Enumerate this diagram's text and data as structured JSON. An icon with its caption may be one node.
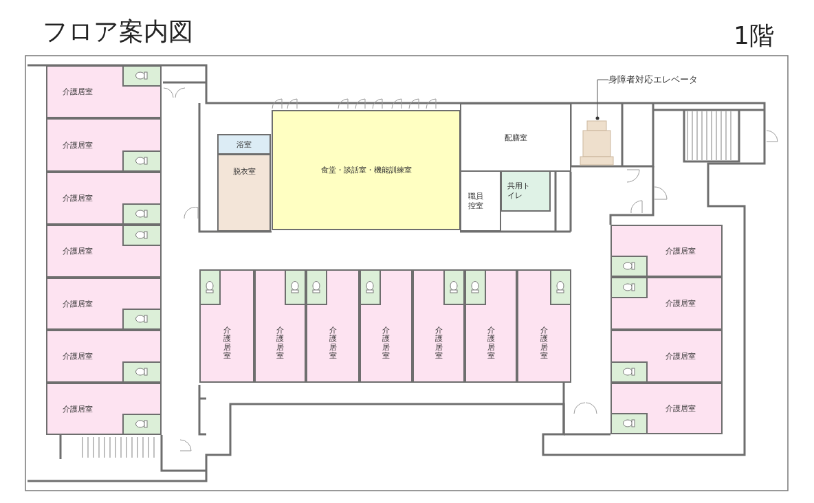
{
  "diagram": {
    "title": "フロア案内図",
    "nodes": [
      {
        "text": [
          "介護居室"
        ]
      },
      {
        "text": [
          "介護居室"
        ]
      },
      {
        "text": [
          "介護居室"
        ]
      },
      {
        "text": [
          "介護居室"
        ]
      },
      {
        "text": [
          "介護居室"
        ]
      },
      {
        "text": [
          "介護居室"
        ]
      },
      {
        "text": [
          "介護居室"
        ]
      },
      {
        "text": [
          "浴室"
        ]
      },
      {
        "text": [
          "脱衣室"
        ]
      },
      {
        "text": [
          "食堂・談話室・機能訓練室"
        ]
      },
      {
        "text": [
          "配膳室"
        ]
      },
      {
        "text": [
          "職員控室"
        ]
      },
      {
        "text": [
          "共用トイレ"
        ]
      },
      {
        "text": [
          "身障者対応エレベータ"
        ]
      },
      {
        "text": [],
        "shape": "picture"
      },
      {
        "text": [
          "介護居室"
        ]
      },
      {
        "text": [
          "介護居室"
        ]
      },
      {
        "text": [
          "介護居室"
        ]
      },
      {
        "text": [
          "介護居室"
        ]
      },
      {
        "text": [
          "介護居室"
        ]
      },
      {
        "text": [
          "介護居室"
        ]
      },
      {
        "text": [
          "介護居室"
        ]
      },
      {
        "text": [
          "介護居室"
        ]
      },
      {
        "text": [
          "介護居室"
        ]
      },
      {
        "text": [
          "介護居室"
        ]
      },
      {
        "text": [
          "介護居室"
        ]
      }
    ],
    "edges": [
      {
        "from": 13,
        "to": 14,
        "arrow": "other"
      }
    ],
    "labels": [
      "1階"
    ]
  }
}
